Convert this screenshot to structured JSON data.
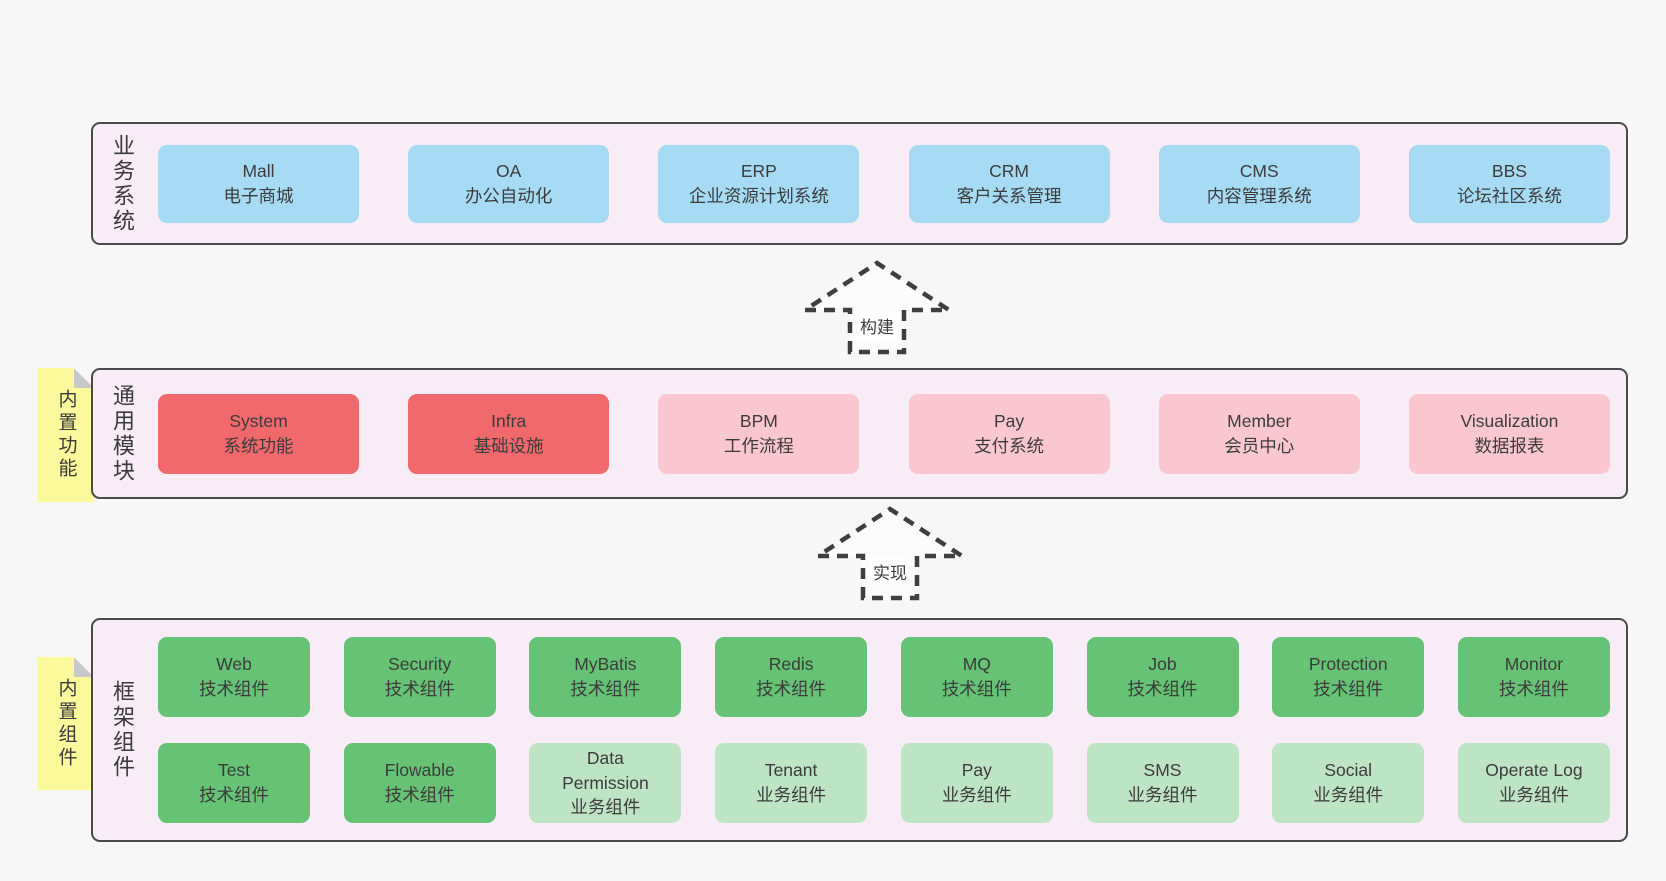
{
  "diagram": {
    "layers": [
      {
        "label": "业务系统",
        "boxes": [
          {
            "name": "Mall",
            "subtitle": "电子商城"
          },
          {
            "name": "OA",
            "subtitle": "办公自动化"
          },
          {
            "name": "ERP",
            "subtitle": "企业资源计划系统"
          },
          {
            "name": "CRM",
            "subtitle": "客户关系管理"
          },
          {
            "name": "CMS",
            "subtitle": "内容管理系统"
          },
          {
            "name": "BBS",
            "subtitle": "论坛社区系统"
          }
        ]
      },
      {
        "label": "通用模块",
        "sticky_note": "内置功能",
        "boxes": [
          {
            "name": "System",
            "subtitle": "系统功能"
          },
          {
            "name": "Infra",
            "subtitle": "基础设施"
          },
          {
            "name": "BPM",
            "subtitle": "工作流程"
          },
          {
            "name": "Pay",
            "subtitle": "支付系统"
          },
          {
            "name": "Member",
            "subtitle": "会员中心"
          },
          {
            "name": "Visualization",
            "subtitle": "数据报表"
          }
        ]
      },
      {
        "label": "框架组件",
        "sticky_note": "内置组件",
        "row1": [
          {
            "name": "Web",
            "subtitle": "技术组件"
          },
          {
            "name": "Security",
            "subtitle": "技术组件"
          },
          {
            "name": "MyBatis",
            "subtitle": "技术组件"
          },
          {
            "name": "Redis",
            "subtitle": "技术组件"
          },
          {
            "name": "MQ",
            "subtitle": "技术组件"
          },
          {
            "name": "Job",
            "subtitle": "技术组件"
          },
          {
            "name": "Protection",
            "subtitle": "技术组件"
          },
          {
            "name": "Monitor",
            "subtitle": "技术组件"
          }
        ],
        "row2": [
          {
            "name": "Test",
            "subtitle": "技术组件"
          },
          {
            "name": "Flowable",
            "subtitle": "技术组件"
          },
          {
            "name": "Data Permission",
            "subtitle": "业务组件"
          },
          {
            "name": "Tenant",
            "subtitle": "业务组件"
          },
          {
            "name": "Pay",
            "subtitle": "业务组件"
          },
          {
            "name": "SMS",
            "subtitle": "业务组件"
          },
          {
            "name": "Social",
            "subtitle": "业务组件"
          },
          {
            "name": "Operate Log",
            "subtitle": "业务组件"
          }
        ]
      }
    ],
    "arrows": [
      {
        "label": "构建"
      },
      {
        "label": "实现"
      }
    ],
    "colors": {
      "page_bg": "#f7f7f7",
      "layer_bg": "#f8edf6",
      "layer_border": "#4a4a4a",
      "blue_box": "#a7dbf4",
      "red_box": "#f1696c",
      "pink_box": "#fac7d1",
      "green_box": "#66c274",
      "light_green_box": "#bde4c3",
      "sticky_yellow": "#fbf99c",
      "text": "#3d3d3d"
    }
  }
}
